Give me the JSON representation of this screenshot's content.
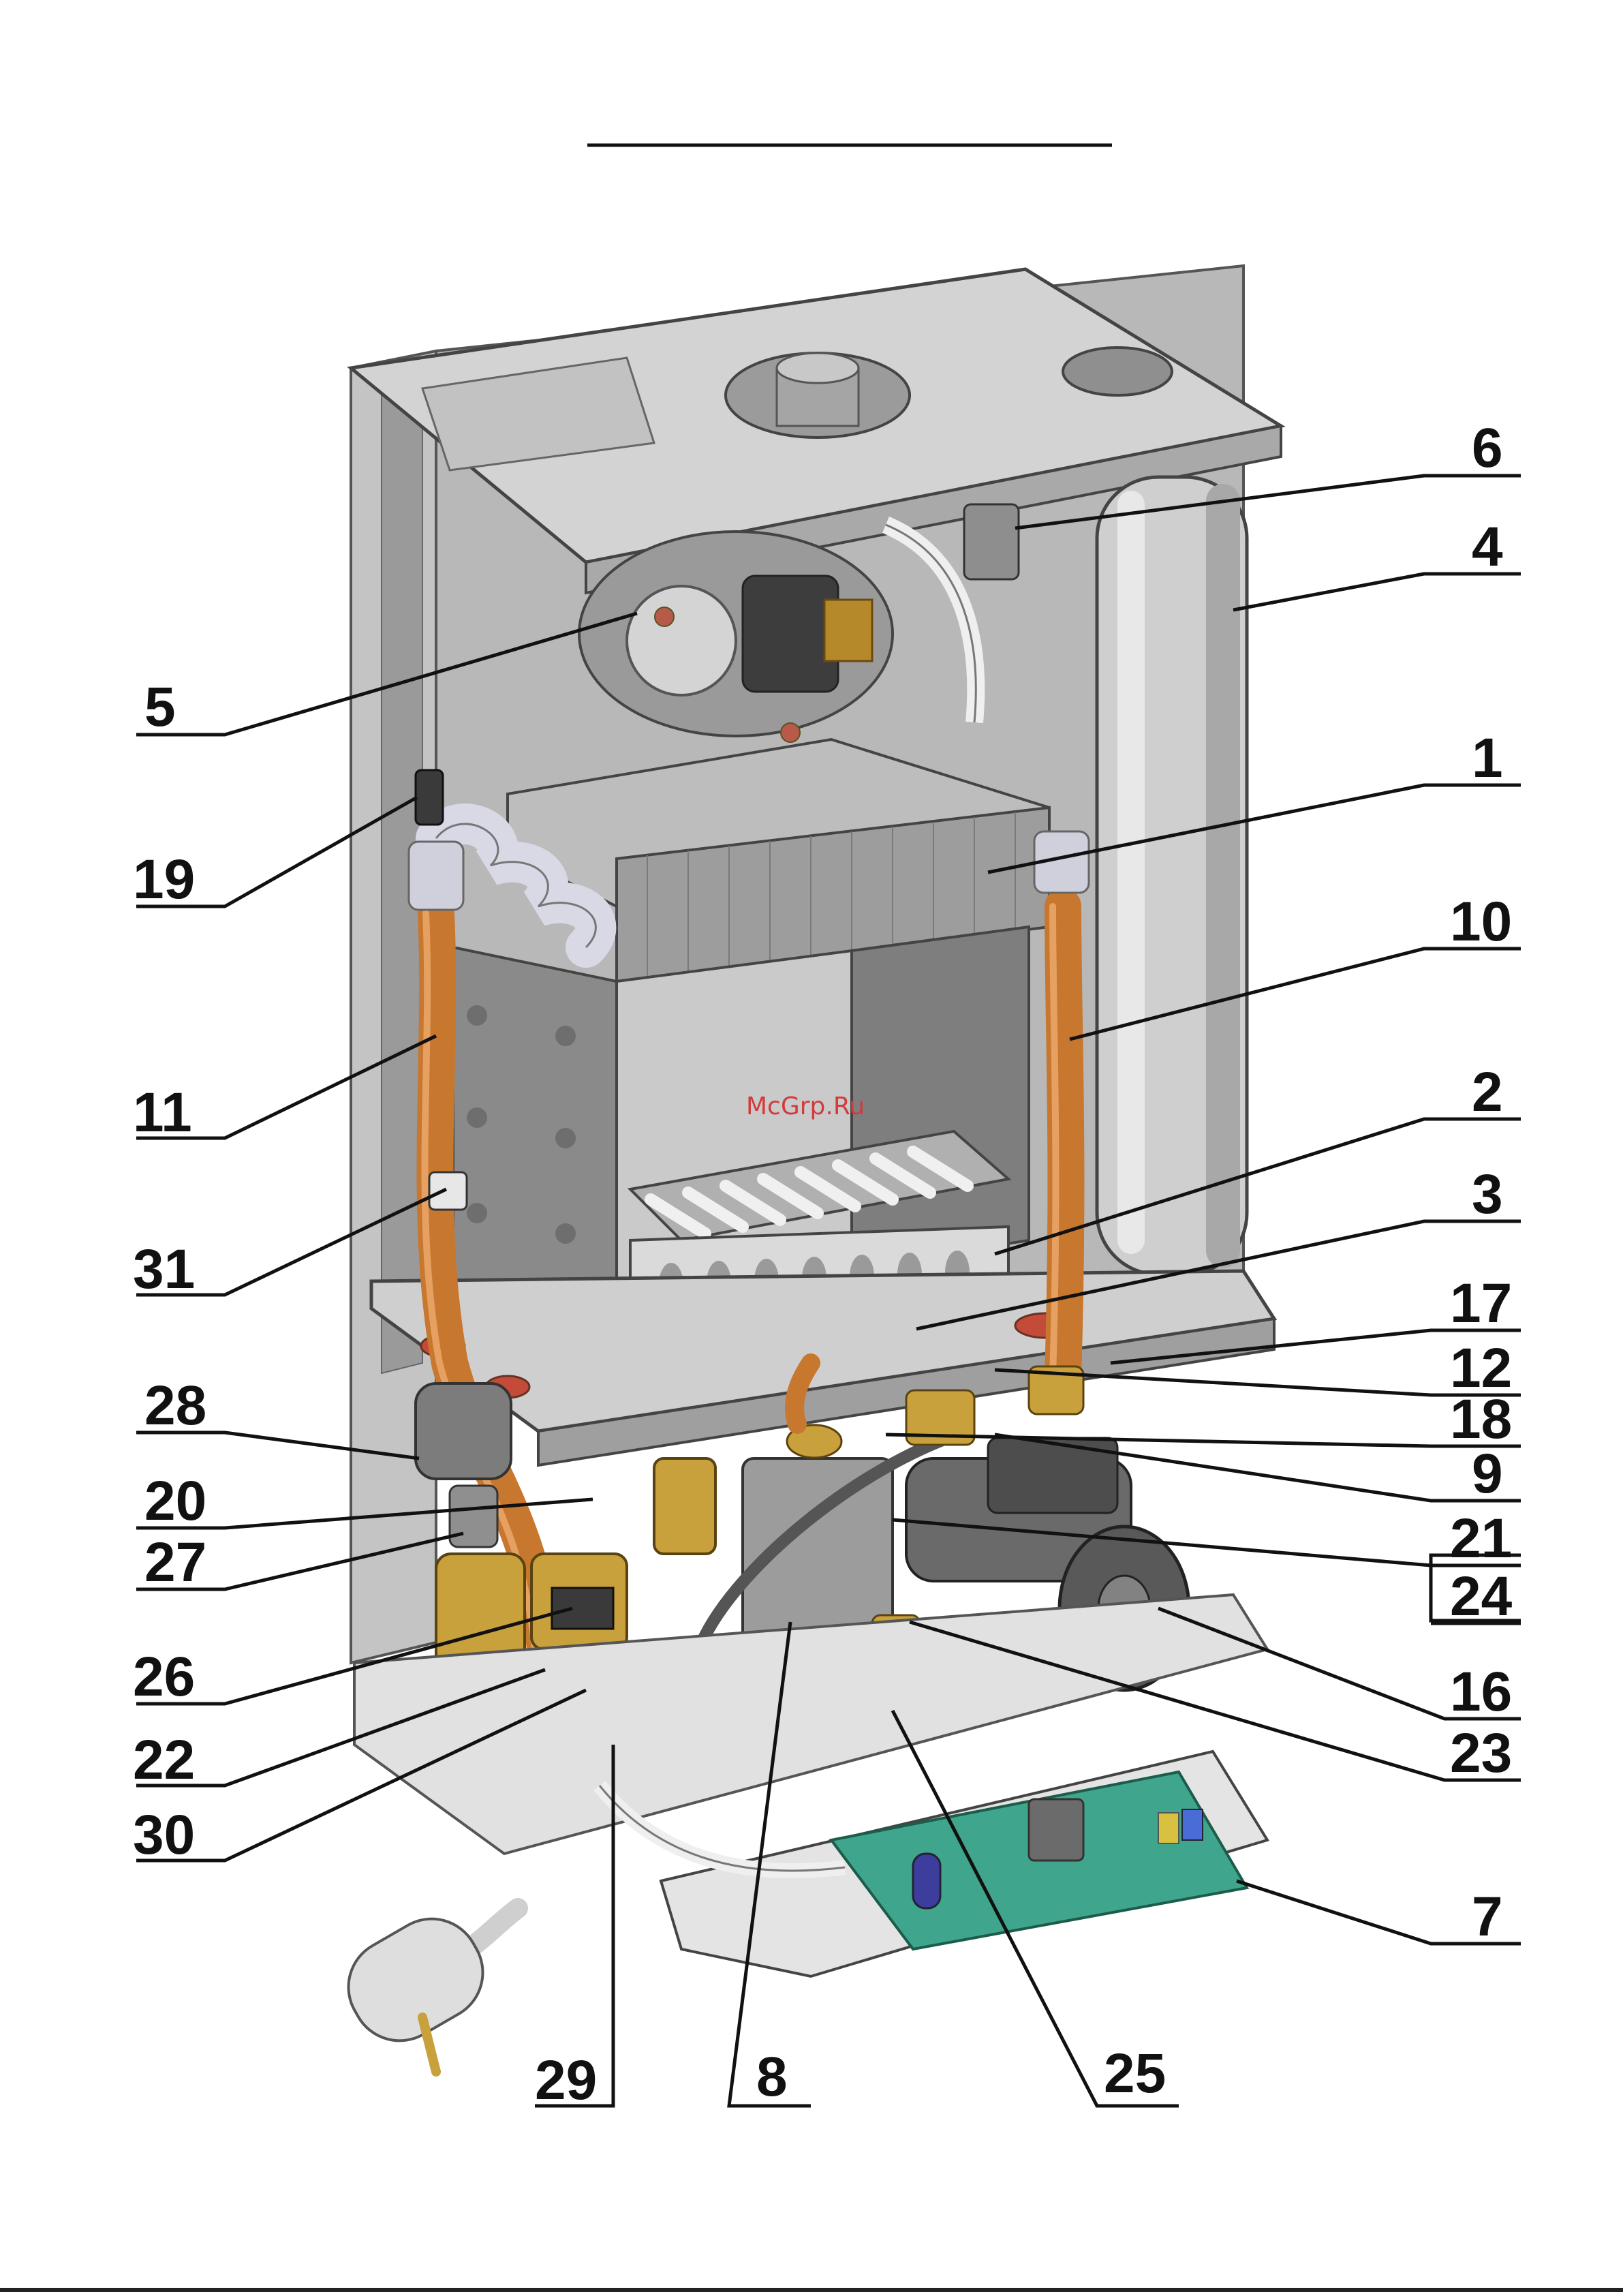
{
  "watermark": "McGrp.Ru",
  "colors": {
    "line": "#111111",
    "frame": "#b9b9b9",
    "frame_dark": "#8c8c8c",
    "copper": "#c7772e",
    "brass": "#c9a13c",
    "pump": "#6a6a6a",
    "pcb": "#3fa58c",
    "vessel": "#c9c9c9"
  },
  "callouts": [
    {
      "id": "1",
      "label": "1"
    },
    {
      "id": "2",
      "label": "2"
    },
    {
      "id": "3",
      "label": "3"
    },
    {
      "id": "4",
      "label": "4"
    },
    {
      "id": "5",
      "label": "5"
    },
    {
      "id": "6",
      "label": "6"
    },
    {
      "id": "7",
      "label": "7"
    },
    {
      "id": "8",
      "label": "8"
    },
    {
      "id": "9",
      "label": "9"
    },
    {
      "id": "10",
      "label": "10"
    },
    {
      "id": "11",
      "label": "11"
    },
    {
      "id": "12",
      "label": "12"
    },
    {
      "id": "16",
      "label": "16"
    },
    {
      "id": "17",
      "label": "17"
    },
    {
      "id": "18",
      "label": "18"
    },
    {
      "id": "19",
      "label": "19"
    },
    {
      "id": "20",
      "label": "20"
    },
    {
      "id": "21",
      "label": "21"
    },
    {
      "id": "22",
      "label": "22"
    },
    {
      "id": "23",
      "label": "23"
    },
    {
      "id": "24",
      "label": "24"
    },
    {
      "id": "25",
      "label": "25"
    },
    {
      "id": "26",
      "label": "26"
    },
    {
      "id": "27",
      "label": "27"
    },
    {
      "id": "28",
      "label": "28"
    },
    {
      "id": "29",
      "label": "29"
    },
    {
      "id": "30",
      "label": "30"
    },
    {
      "id": "31",
      "label": "31"
    }
  ]
}
